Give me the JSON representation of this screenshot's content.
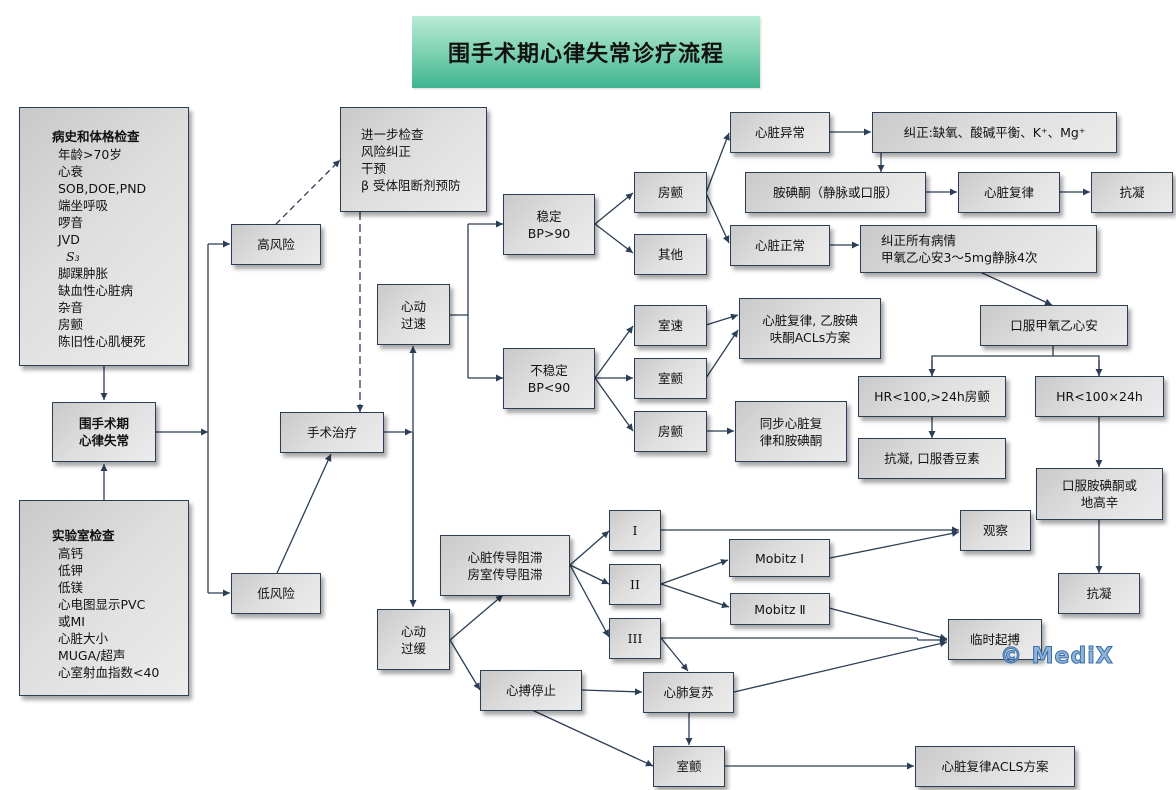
{
  "title": "围手术期心律失常诊疗流程",
  "watermark": "© MediX",
  "colors": {
    "line": "#2c3e55",
    "title_bg": "#5cc4a0",
    "box_bg": "#d9d9d9"
  },
  "history_box": {
    "heading": "病史和体格检查",
    "items": [
      "年龄>70岁",
      "心衰",
      " SOB,DOE,PND",
      "端坐呼吸",
      "啰音",
      " JVD",
      "S₃",
      "脚踝肿胀",
      "缺血性心脏病",
      "杂音",
      "房颤",
      "陈旧性心肌梗死"
    ]
  },
  "lab_box": {
    "heading": "实验室检查",
    "items": [
      "高钙",
      "低钾",
      "低镁",
      "心电图显示PVC",
      "或MI",
      "心脏大小",
      "MUGA/超声",
      "心室射血指数<40"
    ]
  },
  "nodes": {
    "perioperative": "围手术期\n心律失常",
    "high_risk": "高风险",
    "low_risk": "低风险",
    "further_exam": "进一步检查\n风险纠正\n干预\nβ 受体阻断剂预防",
    "surgery": "手术治疗",
    "tachy": "心动\n过速",
    "brady": "心动\n过缓",
    "stable": "稳定\nBP>90",
    "unstable": "不稳定\nBP<90",
    "af_stable": "房颤",
    "other": "其他",
    "vt": "室速",
    "vf_unstable": "室颤",
    "af_unstable": "房颤",
    "heart_abnormal": "心脏异常",
    "correct_hypoxia": "纠正:缺氧、酸碱平衡、K⁺、Mg⁺",
    "amiodarone": "胺碘酮（静脉或口服）",
    "cardioversion": "心脏复律",
    "anticoag_top": "抗凝",
    "heart_normal": "心脏正常",
    "correct_all": "纠正所有病情\n甲氧乙心安3～5mg静脉4次",
    "cardioversion_acls": "心脏复律, 乙胺碘\n呋酮ACLs方案",
    "sync_cardioversion": "同步心脏复\n律和胺碘酮",
    "oral_metoprolol": "口服甲氧乙心安",
    "hr_lt100_gt24": "HR<100,>24h房颤",
    "hr_lt100_x24": "HR<100×24h",
    "anticoag_warfarin": "抗凝, 口服香豆素",
    "oral_amio_digoxin": "口服胺碘酮或\n地高辛",
    "anticoag_bottom": "抗凝",
    "conduction_block": "心脏传导阻滞\n房室传导阻滞",
    "deg1": "I",
    "deg2": "II",
    "deg3": "III",
    "mobitz1": "Mobitz  Ⅰ",
    "mobitz2": "Mobitz  Ⅱ",
    "observe": "观察",
    "temp_pacing": "临时起搏",
    "cardiac_arrest": "心搏停止",
    "cpr": "心肺复苏",
    "vf_arrest": "室颤",
    "cardioversion_acls2": "心脏复律ACLS方案"
  }
}
